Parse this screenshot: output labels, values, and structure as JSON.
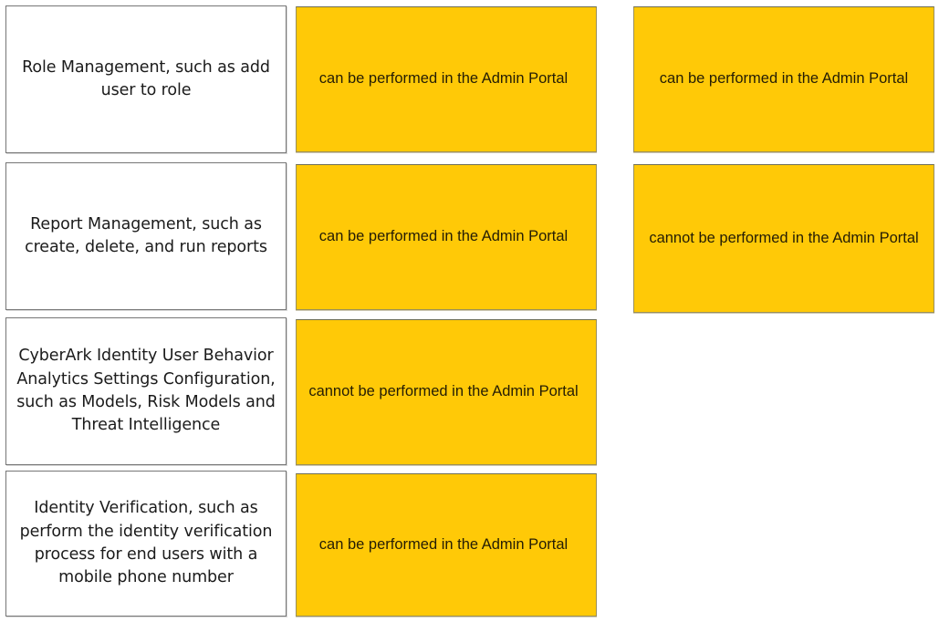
{
  "question": {
    "type": "drag-and-drop-matching",
    "colors": {
      "answer_tile_fill": "#ffc907",
      "answer_tile_border": "#9a8f5a",
      "prompt_border": "#767676",
      "text": "#1b1b1b",
      "background": "#ffffff"
    },
    "prompts": [
      {
        "id": "prompt-role-management",
        "text": "Role Management, such as add user to role"
      },
      {
        "id": "prompt-report-management",
        "text": "Report Management, such as create, delete, and run reports"
      },
      {
        "id": "prompt-uba-settings",
        "text": "CyberArk Identity User Behavior Analytics Settings Configuration, such as Models, Risk Models and Threat Intelligence"
      },
      {
        "id": "prompt-identity-verification",
        "text": "Identity Verification, such as perform the identity verification process for end users with a mobile phone number"
      }
    ],
    "placed_answers": [
      {
        "id": "answer-placed-1",
        "text": "can be performed in the Admin Portal"
      },
      {
        "id": "answer-placed-2",
        "text": "can be performed in the Admin Portal"
      },
      {
        "id": "answer-placed-3",
        "text": "cannot be performed in the Admin Portal"
      },
      {
        "id": "answer-placed-4",
        "text": "can be performed in the Admin Portal"
      }
    ],
    "answer_bank": [
      {
        "id": "answer-bank-1",
        "text": "can be performed in the Admin Portal"
      },
      {
        "id": "answer-bank-2",
        "text": "cannot be performed in the Admin Portal"
      }
    ]
  }
}
